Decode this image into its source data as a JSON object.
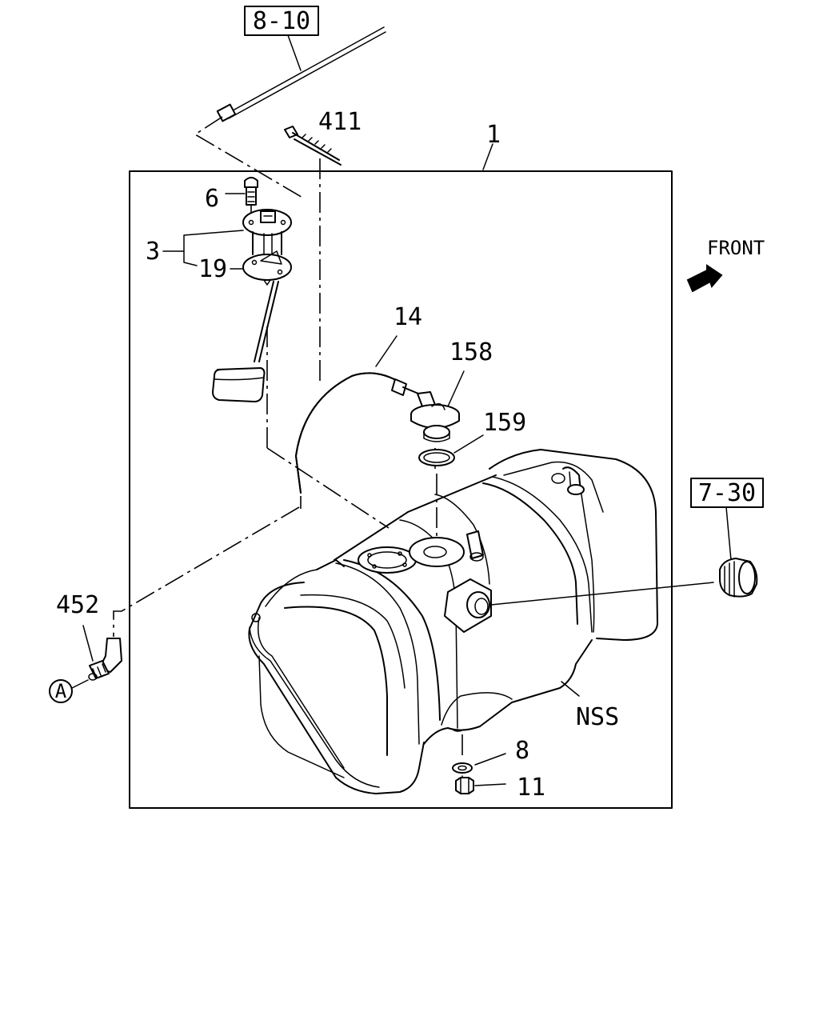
{
  "references": {
    "wiring": "8-10",
    "cap": "7-30"
  },
  "parts": {
    "assembly": "1",
    "gauge_unit": "3",
    "screw": "6",
    "washer": "8",
    "nut": "11",
    "hose": "14",
    "packing": "19",
    "vent_valve": "158",
    "gasket": "159",
    "clip": "411",
    "connector": "452"
  },
  "callouts": {
    "front": "FRONT",
    "nss": "NSS",
    "circle_a": "A"
  }
}
